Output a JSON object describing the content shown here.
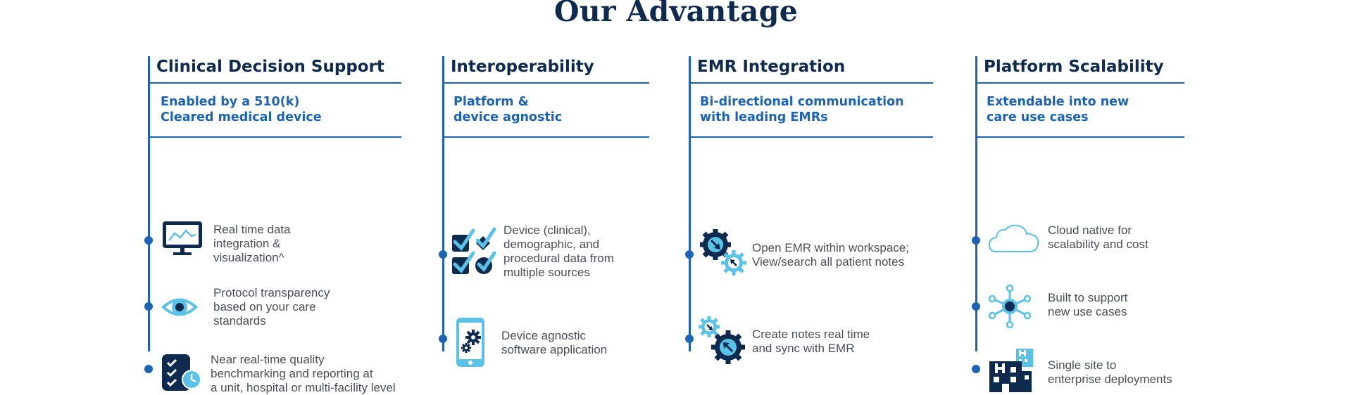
{
  "title": "Our Advantage",
  "columns": [
    {
      "heading": "Clinical Decision Support",
      "subheading": [
        "Enabled by a 510(k)",
        "Cleared medical device"
      ],
      "features": [
        {
          "icon": "monitor-chart-icon",
          "lines": [
            "Real time data",
            "integration &",
            "visualization^"
          ]
        },
        {
          "icon": "eye-icon",
          "lines": [
            "Protocol transparency",
            "based on your care",
            "standards"
          ]
        },
        {
          "icon": "checklist-clock-icon",
          "lines": [
            "Near real-time quality",
            "benchmarking and reporting at",
            "a unit, hospital or multi-facility level"
          ]
        }
      ]
    },
    {
      "heading": "Interoperability",
      "subheading": [
        "Platform &",
        "device agnostic"
      ],
      "features": [
        {
          "icon": "checkmarks-icon",
          "lines": [
            "Device (clinical),",
            "demographic, and",
            "procedural data from",
            "multiple sources"
          ]
        },
        {
          "icon": "tablet-gears-icon",
          "lines": [
            "Device agnostic",
            "software application"
          ]
        }
      ]
    },
    {
      "heading": "EMR Integration",
      "subheading": [
        "Bi-directional communication",
        "with leading EMRs"
      ],
      "features": [
        {
          "icon": "gears-arrows-icon",
          "lines": [
            "Open EMR within workspace;",
            "View/search all patient notes"
          ]
        },
        {
          "icon": "gears-sync-icon",
          "lines": [
            "Create notes real time",
            "and sync with EMR"
          ]
        }
      ]
    },
    {
      "heading": "Platform Scalability",
      "subheading": [
        "Extendable into new",
        "care use cases"
      ],
      "features": [
        {
          "icon": "cloud-icon",
          "lines": [
            "Cloud native for",
            "scalability and cost"
          ]
        },
        {
          "icon": "network-hub-icon",
          "lines": [
            "Built to support",
            "new use cases"
          ]
        },
        {
          "icon": "hospital-buildings-icon",
          "lines": [
            "Single site to",
            "enterprise deployments"
          ]
        }
      ]
    }
  ],
  "colors": {
    "navy": "#0f2a4f",
    "blue": "#1c63b4",
    "light_blue": "#5bc2e7",
    "text": "#4a4f55"
  }
}
